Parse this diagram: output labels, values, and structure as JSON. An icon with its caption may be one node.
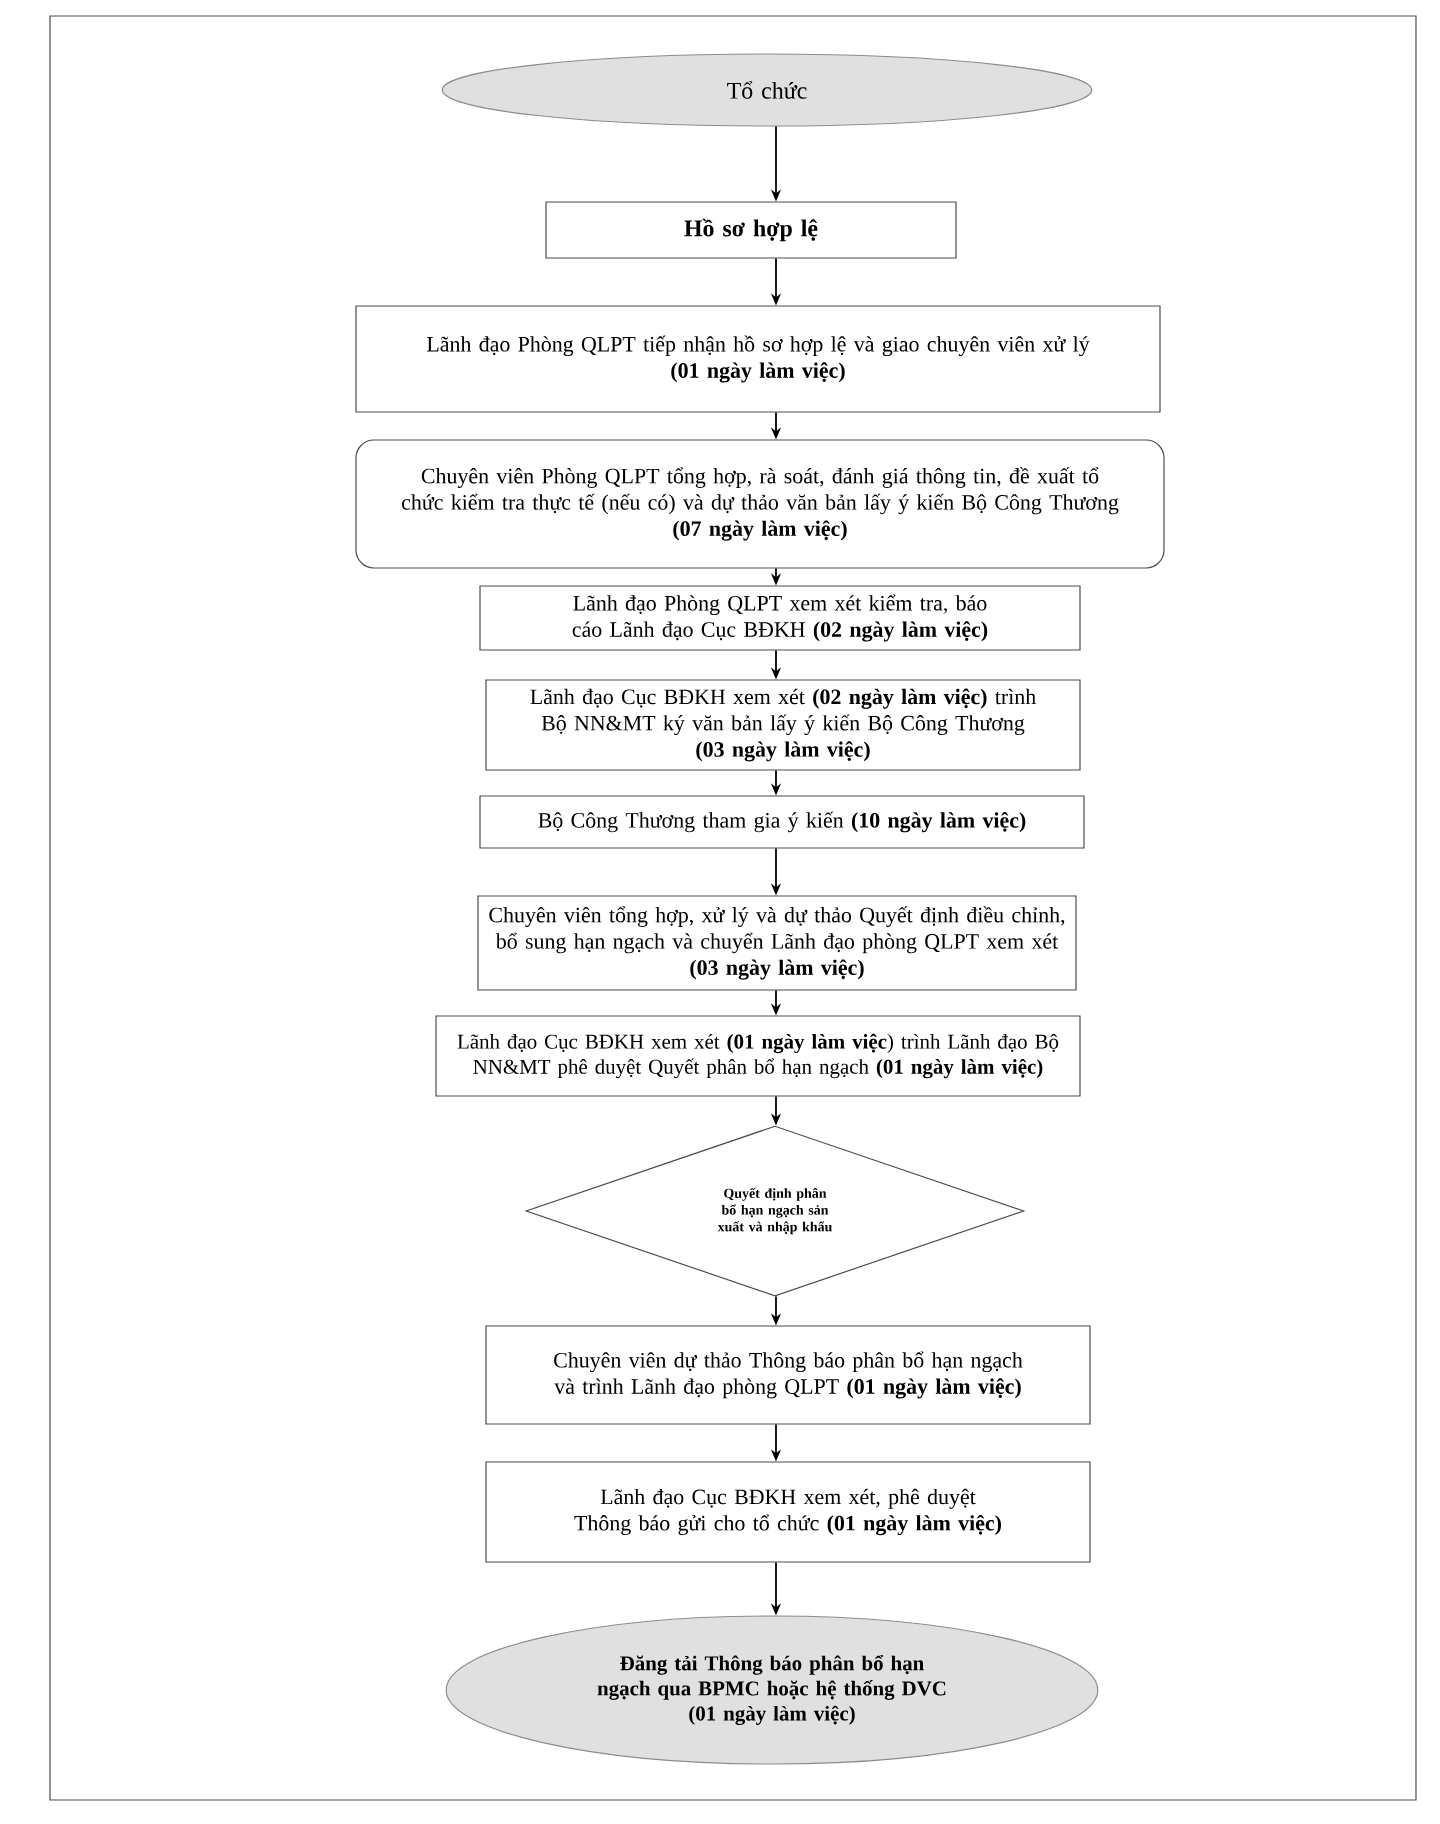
{
  "diagram": {
    "nodes": [
      {
        "text": [
          "Tổ chức"
        ]
      },
      {
        "text": [
          "Hồ sơ hợp lệ"
        ]
      },
      {
        "text": [
          "Lãnh đạo Phòng QLPT tiếp nhận hồ sơ hợp lệ và giao chuyên viên xử lý",
          "(01 ngày làm việc)"
        ]
      },
      {
        "text": [
          "Chuyên viên Phòng QLPT tổng hợp, rà soát, đánh giá thông tin, đề xuất tổ chức kiểm tra thực tế (nếu có) và dự thảo văn bản lấy ý kiến Bộ Công Thương",
          "(07 ngày làm việc)"
        ]
      },
      {
        "text": [
          "Lãnh đạo Phòng QLPT xem xét kiểm tra, báo cáo Lãnh đạo Cục BĐKH **(02 ngày làm việc)**"
        ]
      },
      {
        "text": [
          "Lãnh đạo Cục BĐKH xem xét **(02 ngày làm việc)** trình Bộ NN&MT ký văn bản lấy ý kiến Bộ Công Thương",
          "(03 ngày làm việc)"
        ]
      },
      {
        "text": [
          "Bộ Công Thương tham gia ý kiến **(10 ngày làm việc)**"
        ]
      },
      {
        "text": [
          "Chuyên viên tổng hợp, xử lý và dự thảo Quyết định điều chỉnh, bổ sung hạn ngạch và chuyển Lãnh đạo phòng QLPT xem xét",
          "(03 ngày làm việc)"
        ]
      },
      {
        "text": [
          "Lãnh đạo Cục BĐKH xem xét  **(01 ngày làm việc**) trình Lãnh đạo Bộ NN&MT phê duyệt Quyết phân bổ hạn ngạch **(01 ngày làm việc)**"
        ]
      },
      {
        "text": [
          "Quyết định phân bổ hạn ngạch sản xuất và nhập khẩu"
        ]
      },
      {
        "text": [
          "Chuyên viên dự thảo Thông báo phân bổ hạn ngạch và trình Lãnh đạo phòng QLPT **(01 ngày làm việc)**"
        ]
      },
      {
        "text": [
          "Lãnh đạo Cục BĐKH xem xét, phê duyệt Thông báo gửi cho tổ chức **(01 ngày làm việc)**"
        ]
      },
      {
        "text": [
          "Đăng tải Thông báo phân bổ hạn ngạch qua BPMC hoặc hệ thống DVC",
          "(01 ngày làm việc)"
        ]
      }
    ],
    "edges": [
      {
        "from": 0,
        "to": 1,
        "arrow": "to"
      },
      {
        "from": 1,
        "to": 2,
        "arrow": "to"
      },
      {
        "from": 2,
        "to": 3,
        "arrow": "to"
      },
      {
        "from": 3,
        "to": 4,
        "arrow": "to"
      },
      {
        "from": 4,
        "to": 5,
        "arrow": "to"
      },
      {
        "from": 5,
        "to": 6,
        "arrow": "to"
      },
      {
        "from": 6,
        "to": 7,
        "arrow": "to"
      },
      {
        "from": 7,
        "to": 8,
        "arrow": "to"
      },
      {
        "from": 8,
        "to": 9,
        "arrow": "to"
      },
      {
        "from": 9,
        "to": 10,
        "arrow": "to"
      },
      {
        "from": 10,
        "to": 11,
        "arrow": "to"
      },
      {
        "from": 11,
        "to": 12,
        "arrow": "to"
      }
    ]
  }
}
